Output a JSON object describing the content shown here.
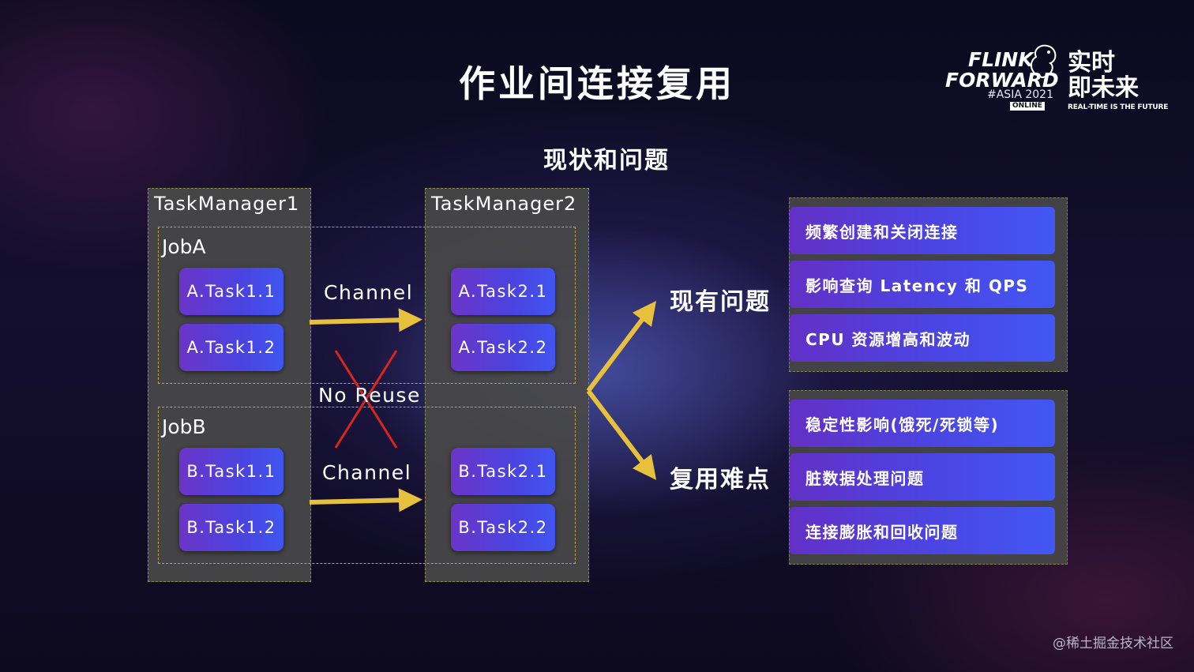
{
  "title": "作业间连接复用",
  "subtitle": "现状和问题",
  "logo": {
    "line1": "FLINK",
    "line2": "FORWARD",
    "event": "#ASIA 2021",
    "badge": "ONLINE",
    "cn_line1": "实时",
    "cn_line2": "即未来",
    "tagline": "REAL-TIME IS THE FUTURE"
  },
  "diagram": {
    "taskmanagers": [
      {
        "label": "TaskManager1"
      },
      {
        "label": "TaskManager2"
      }
    ],
    "jobs": [
      {
        "label": "JobA",
        "tasks_left": [
          "A.Task1.1",
          "A.Task1.2"
        ],
        "tasks_right": [
          "A.Task2.1",
          "A.Task2.2"
        ]
      },
      {
        "label": "JobB",
        "tasks_left": [
          "B.Task1.1",
          "B.Task1.2"
        ],
        "tasks_right": [
          "B.Task2.1",
          "B.Task2.2"
        ]
      }
    ],
    "channel_top": "Channel",
    "channel_bottom": "Channel",
    "no_reuse": "No Reuse",
    "arrow_color": "#e8c13c",
    "cross_color": "#d8261d"
  },
  "categories": [
    {
      "label": "现有问题",
      "items": [
        "频繁创建和关闭连接",
        "影响查询 Latency 和 QPS",
        "CPU 资源增高和波动"
      ]
    },
    {
      "label": "复用难点",
      "items": [
        "稳定性影响(饿死/死锁等)",
        "脏数据处理问题",
        "连接膨胀和回收问题"
      ]
    }
  ],
  "watermark": "@稀土掘金技术社区"
}
